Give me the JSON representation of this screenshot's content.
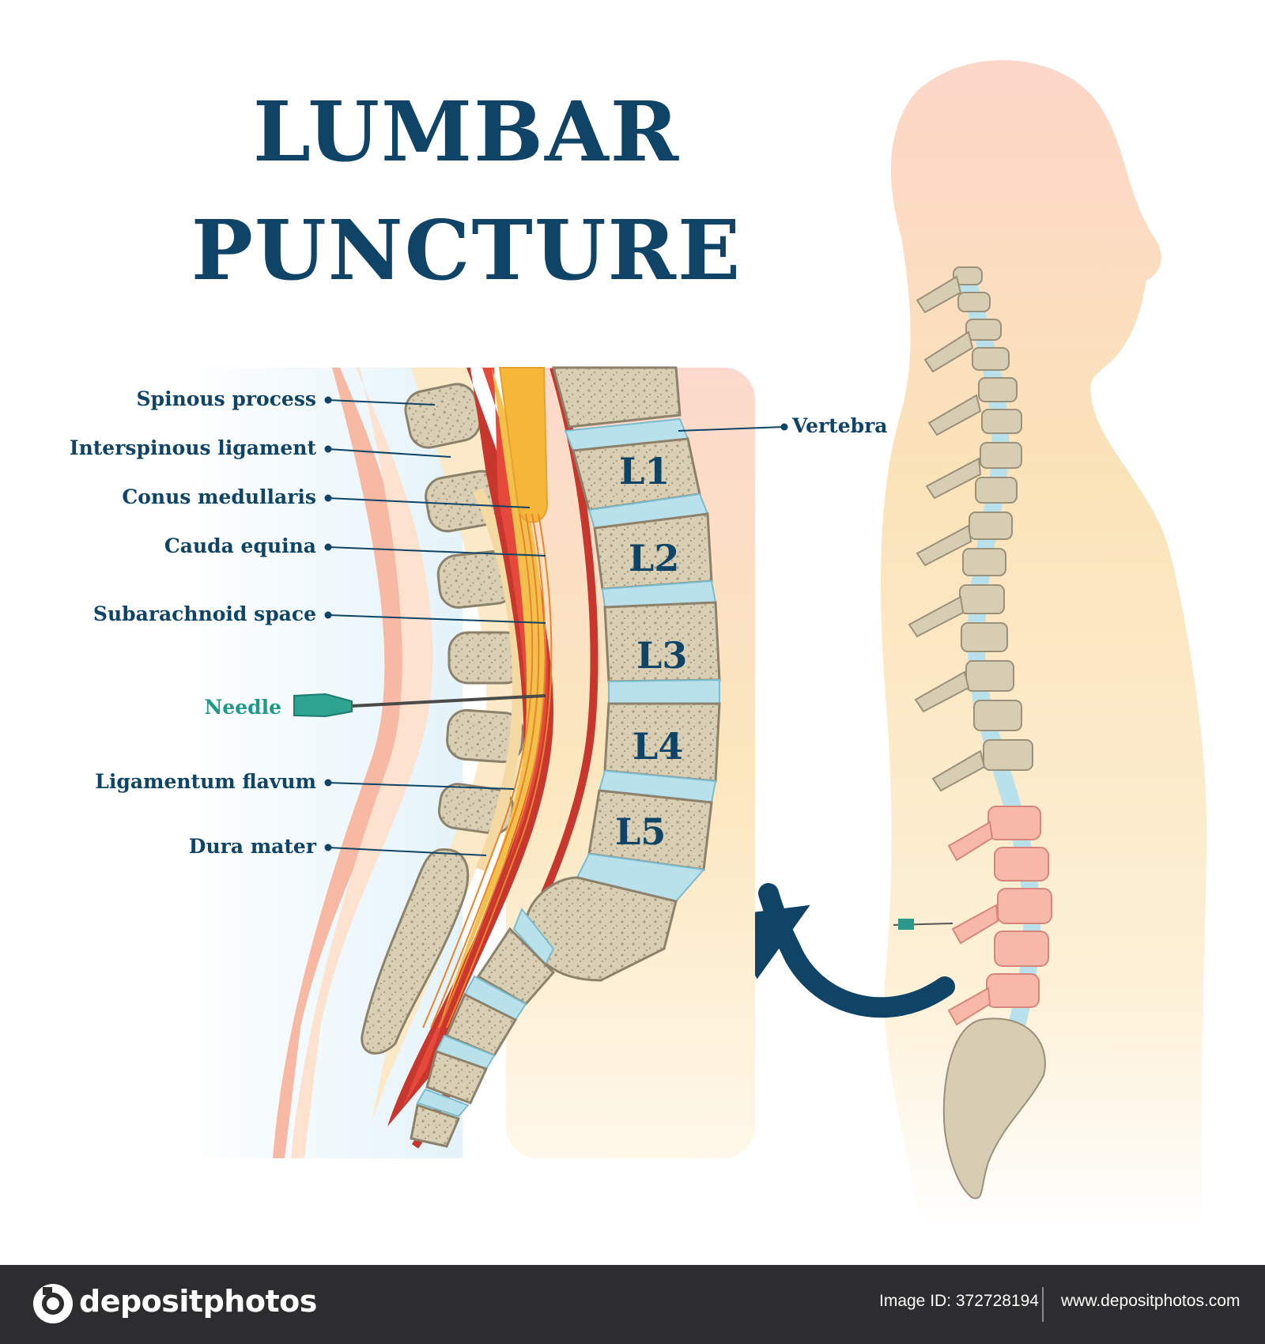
{
  "title": {
    "line1": "LUMBAR",
    "line2": "PUNCTURE"
  },
  "labels": {
    "spinous_process": "Spinous process",
    "interspinous_ligament": "Interspinous ligament",
    "conus_medullaris": "Conus medullaris",
    "cauda_equina": "Cauda equina",
    "subarachnoid_space": "Subarachnoid space",
    "needle": "Needle",
    "ligamentum_flavum": "Ligamentum flavum",
    "dura_mater": "Dura mater",
    "vertebra": "Vertebra"
  },
  "vertebrae": [
    "L1",
    "L2",
    "L3",
    "L4",
    "L5"
  ],
  "footer": {
    "brand": "depositphotos",
    "image_id": "Image ID: 372728194",
    "url": "www.depositphotos.com"
  },
  "colors": {
    "title": "#0f4466",
    "needle": "#1f9a8a",
    "bone": "#d8cfb6",
    "disc": "#b9e1ec",
    "dura": "#c8372d",
    "cord": "#f1c04a",
    "skin": "#f7c9b6",
    "body": "#fbe4b2"
  },
  "icons": [
    "arrow-icon",
    "needle-icon",
    "brand-logo-icon"
  ]
}
